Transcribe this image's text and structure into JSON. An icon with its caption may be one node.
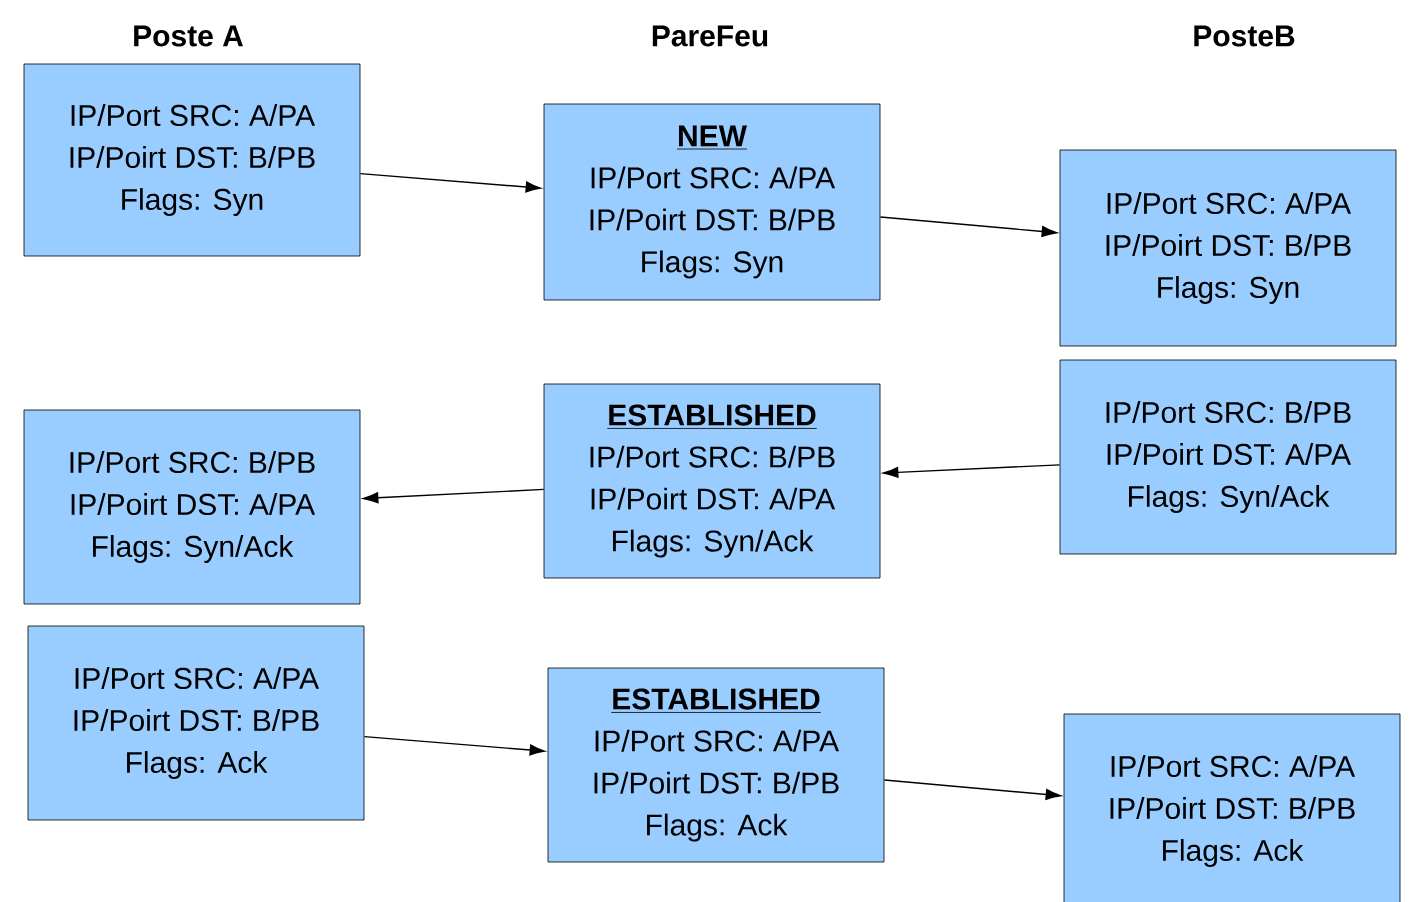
{
  "diagram": {
    "nodes": [
      {
        "text": [
          "IP/Port SRC: A/PA",
          "IP/Poirt DST: B/PB",
          "Flags: Syn"
        ]
      },
      {
        "text": [
          "NEW",
          "IP/Port SRC: A/PA",
          "IP/Poirt DST: B/PB",
          "Flags: Syn"
        ]
      },
      {
        "text": [
          "IP/Port SRC: A/PA",
          "IP/Poirt DST: B/PB",
          "Flags: Syn"
        ]
      },
      {
        "text": [
          "IP/Port SRC: B/PB",
          "IP/Poirt DST: A/PA",
          "Flags: Syn/Ack"
        ]
      },
      {
        "text": [
          "ESTABLISHED",
          "IP/Port SRC: B/PB",
          "IP/Poirt DST: A/PA",
          "Flags: Syn/Ack"
        ]
      },
      {
        "text": [
          "IP/Port SRC: B/PB",
          "IP/Poirt DST: A/PA",
          "Flags: Syn/Ack"
        ]
      },
      {
        "text": [
          "IP/Port SRC: A/PA",
          "IP/Poirt DST: B/PB",
          "Flags: Ack"
        ]
      },
      {
        "text": [
          "ESTABLISHED",
          "IP/Port SRC: A/PA",
          "IP/Poirt DST: B/PB",
          "Flags: Ack"
        ]
      },
      {
        "text": [
          "IP/Port SRC: A/PA",
          "IP/Poirt DST: B/PB",
          "Flags: Ack"
        ]
      }
    ],
    "edges": [
      {
        "from": 0,
        "to": 1,
        "arrow": "to"
      },
      {
        "from": 1,
        "to": 2,
        "arrow": "to"
      },
      {
        "from": 3,
        "to": 4,
        "arrow": "to"
      },
      {
        "from": 4,
        "to": 5,
        "arrow": "to"
      },
      {
        "from": 6,
        "to": 7,
        "arrow": "to"
      },
      {
        "from": 7,
        "to": 8,
        "arrow": "to"
      }
    ],
    "labels": [
      "Poste A",
      "PareFeu",
      "PosteB"
    ]
  }
}
